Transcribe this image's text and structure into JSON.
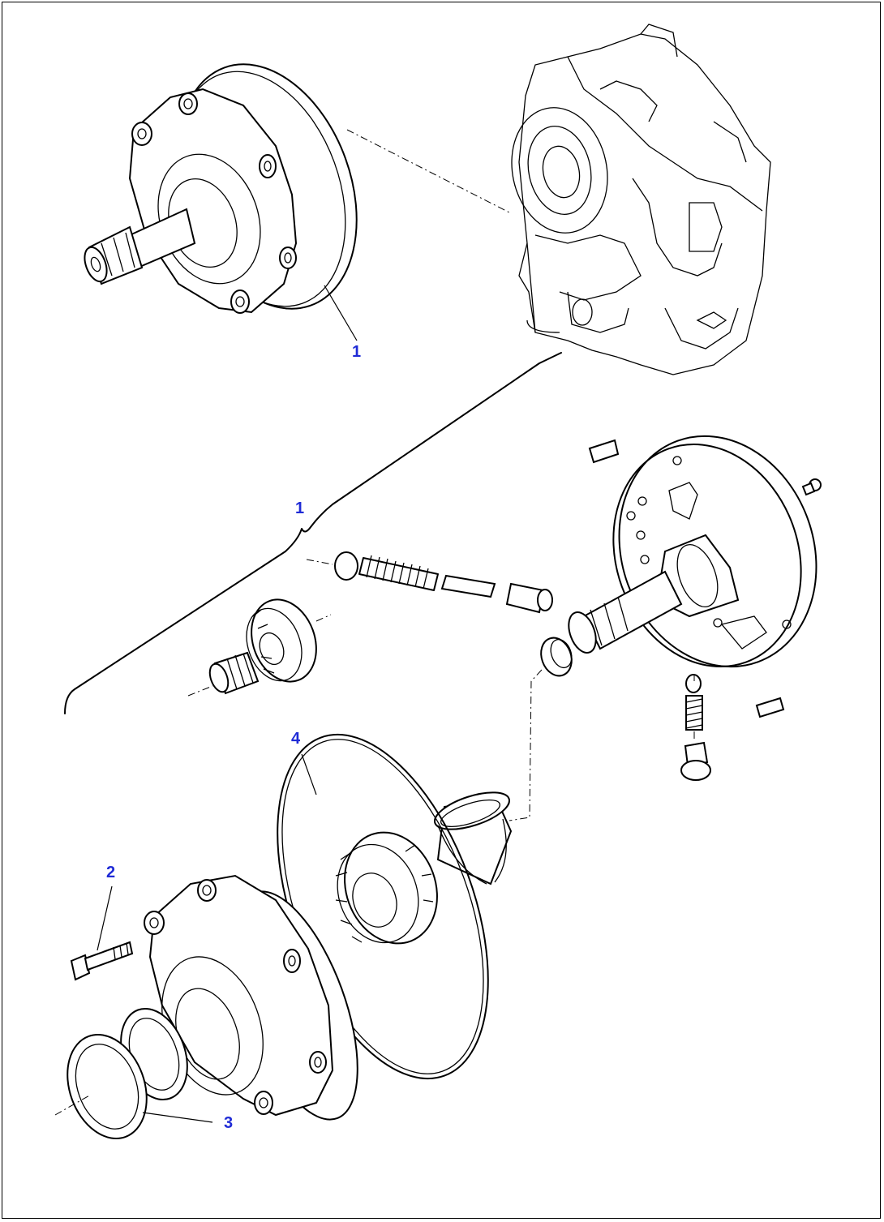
{
  "callouts": {
    "c1_top": "1",
    "c1_group": "1",
    "c2": "2",
    "c3": "3",
    "c4": "4"
  },
  "colors": {
    "callout": "#1f2bd6",
    "lines": "#000000",
    "background": "#ffffff"
  }
}
